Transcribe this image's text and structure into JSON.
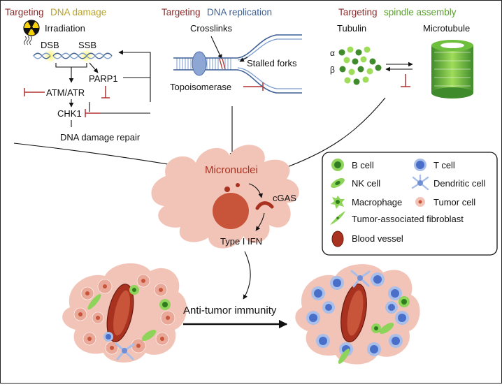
{
  "headings": {
    "dna_damage": {
      "prefix": "Targeting",
      "topic": "DNA damage"
    },
    "dna_replication": {
      "prefix": "Targeting",
      "topic": "DNA replication"
    },
    "spindle": {
      "prefix": "Targeting",
      "topic": "spindle assembly"
    }
  },
  "dna_damage": {
    "irradiation": "Irradiation",
    "dsb": "DSB",
    "ssb": "SSB",
    "parp1": "PARP1",
    "atm_atr": "ATM/ATR",
    "chk1": "CHK1",
    "repair": "DNA damage repair"
  },
  "dna_replication": {
    "crosslinks": "Crosslinks",
    "stalled_forks": "Stalled forks",
    "topoisomerase": "Topoisomerase"
  },
  "spindle": {
    "tubulin": "Tubulin",
    "microtubule": "Microtubule",
    "alpha": "α",
    "beta": "β"
  },
  "cell": {
    "micronuclei": "Micronuclei",
    "cgas": "cGAS",
    "ifn": "Type I IFN"
  },
  "immunity": "Anti-tumor immunity",
  "legend": {
    "items": [
      {
        "label": "B cell",
        "icon": "b-cell-icon"
      },
      {
        "label": "T cell",
        "icon": "t-cell-icon"
      },
      {
        "label": "NK cell",
        "icon": "nk-cell-icon"
      },
      {
        "label": "Dendritic cell",
        "icon": "dendritic-cell-icon"
      },
      {
        "label": "Macrophage",
        "icon": "macrophage-icon"
      },
      {
        "label": "Tumor cell",
        "icon": "tumor-cell-icon"
      },
      {
        "label": "Tumor-associated fibroblast",
        "icon": "fibroblast-icon"
      },
      {
        "label": "Blood vessel",
        "icon": "blood-vessel-icon"
      }
    ]
  },
  "colors": {
    "heading_red": "#8b2a2a",
    "dna_yellow": "#b8a227",
    "replication_blue": "#3d5f95",
    "spindle_green": "#5aa02c",
    "cell_pink": "#f2c4b8",
    "nucleus": "#c8553a",
    "t_cell_blue": "#4a6fc9",
    "green_cell": "#6fbf3f",
    "vessel_red": "#a8321f"
  }
}
